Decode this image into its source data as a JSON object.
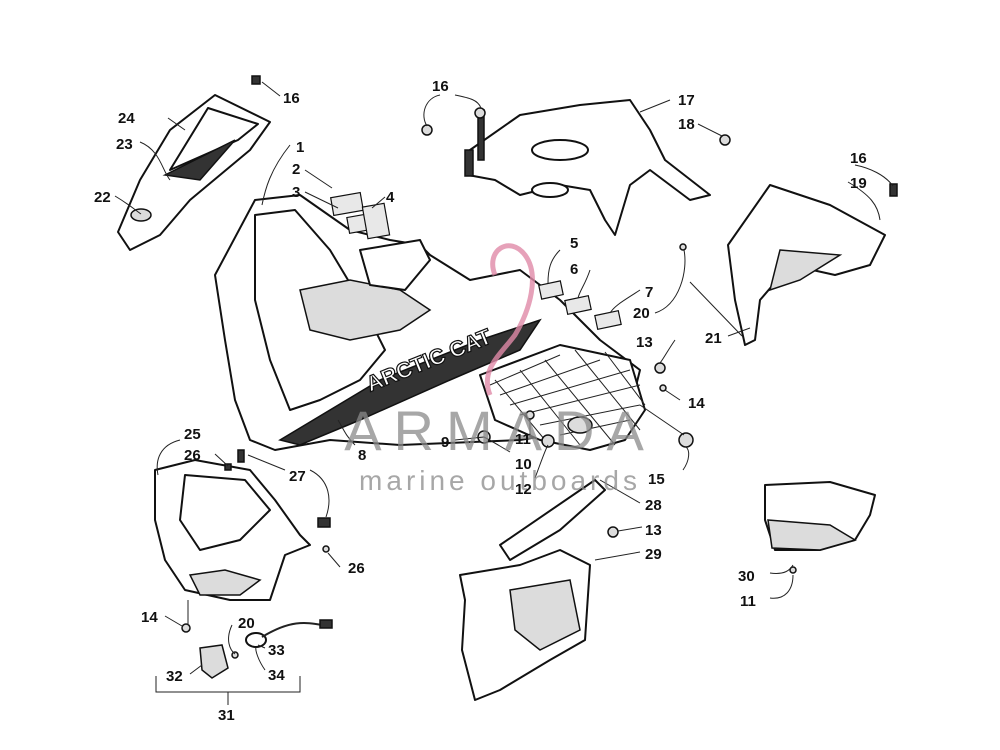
{
  "brand_text": "ARCTIC CAT",
  "watermark": {
    "title": "ARMADA",
    "subtitle": "marine outboards",
    "logo_color": "#e08aa8"
  },
  "labels": {
    "l1": "1",
    "l2": "2",
    "l3": "3",
    "l4": "4",
    "l5": "5",
    "l6": "6",
    "l7": "7",
    "l8": "8",
    "l9": "9",
    "l10": "10",
    "l11a": "11",
    "l11b": "11",
    "l12": "12",
    "l13a": "13",
    "l13b": "13",
    "l14a": "14",
    "l14b": "14",
    "l15": "15",
    "l16a": "16",
    "l16b": "16",
    "l16c": "16",
    "l17": "17",
    "l18": "18",
    "l19": "19",
    "l20a": "20",
    "l20b": "20",
    "l21": "21",
    "l22": "22",
    "l23": "23",
    "l24": "24",
    "l25": "25",
    "l26a": "26",
    "l26b": "26",
    "l27": "27",
    "l28": "28",
    "l29": "29",
    "l30": "30",
    "l31": "31",
    "l32": "32",
    "l33": "33",
    "l34": "34"
  }
}
